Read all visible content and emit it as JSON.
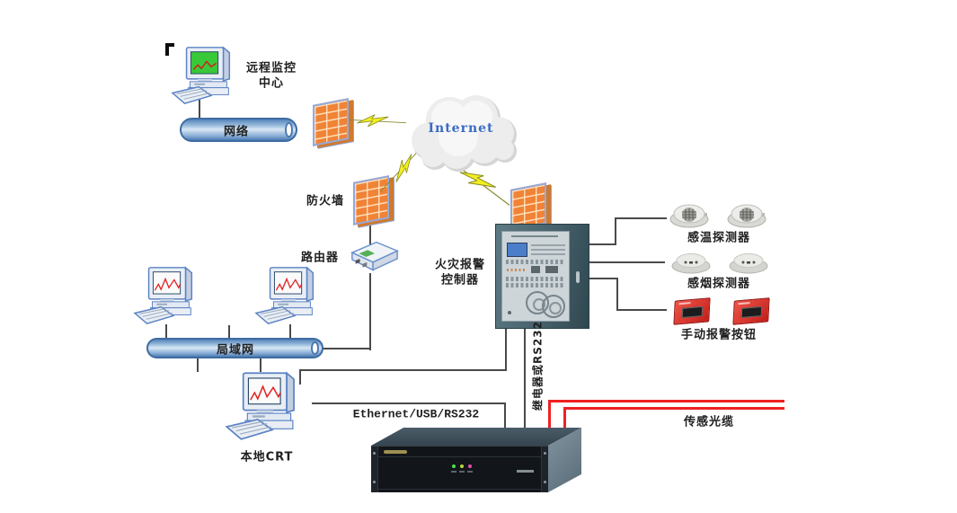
{
  "diagram": {
    "labels": {
      "remote_center_1": "远程监控",
      "remote_center_2": "中心",
      "network": "网络",
      "internet": "Internet",
      "firewall": "防火墙",
      "router": "路由器",
      "controller_1": "火灾报警",
      "controller_2": "控制器",
      "heat_detector": "感温探测器",
      "smoke_detector": "感烟探测器",
      "manual_button": "手动报警按钮",
      "lan": "局域网",
      "local_crt": "本地CRT",
      "ethernet_link": "Ethernet/USB/RS232",
      "relay_link": "继电器或RS232",
      "fiber_link": "传感光缆"
    },
    "colors": {
      "connector_line": "#4a4a4a",
      "fiber_cable": "#ee2222",
      "firewall": "#f08336",
      "bus_fill": "#7ba3d0",
      "internet_text": "#3a6bc4",
      "alarm_button": "#cc2420",
      "controller_cabinet": "#47626c",
      "controller_lcd": "#4a7ec8",
      "dts_led_1": "#4ce04c",
      "dts_led_2": "#b8d83c",
      "dts_led_3": "#e84cb0"
    }
  }
}
